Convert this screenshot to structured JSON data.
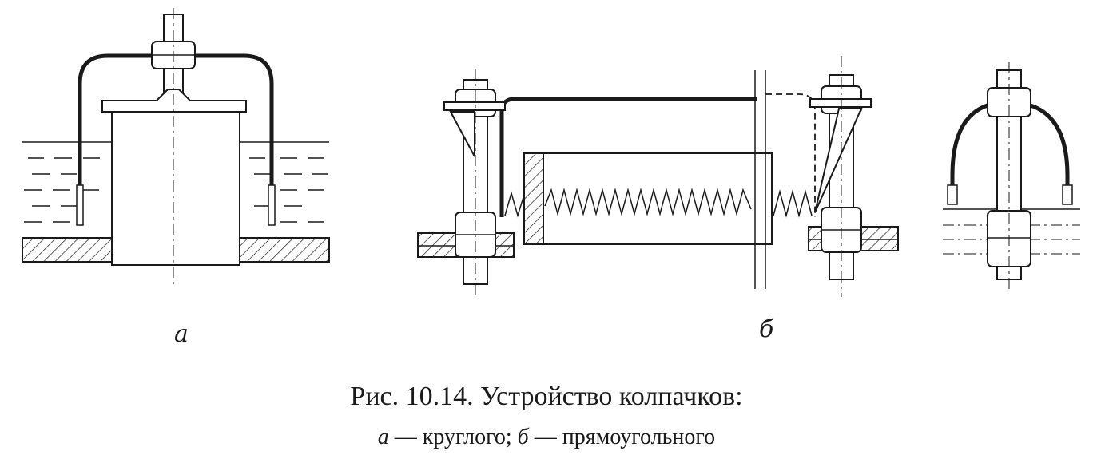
{
  "figure": {
    "label_a": "а",
    "label_b": "б",
    "caption_title": "Рис. 10.14. Устройство колпачков:",
    "caption_a_letter": "а",
    "caption_a_text": " — круглого; ",
    "caption_b_letter": "б",
    "caption_b_text": " — прямоугольного"
  },
  "colors": {
    "ink": "#1a1a1a",
    "background": "#ffffff"
  }
}
